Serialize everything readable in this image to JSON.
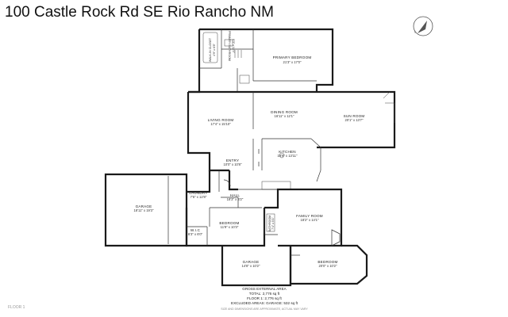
{
  "title": "100 Castle Rock Rd SE Rio Rancho NM",
  "floor_label": "FLOOR 1",
  "compass_label": "N",
  "rooms": {
    "primary_bedroom": {
      "name": "PRIMARY BEDROOM",
      "dim": "21'3\" x 17'0\""
    },
    "walk_in_closet": {
      "name": "WALK-IN CLOSET",
      "dim": "4'9\" x 6'8\""
    },
    "primary_bath": {
      "name": "PRIMARY BATHROOM",
      "dim": "8'3\" x 12'4\""
    },
    "living_room": {
      "name": "LIVING ROOM",
      "dim": "17'4\" x 15'10\""
    },
    "dining_room": {
      "name": "DINING ROOM",
      "dim": "16'11\" x 12'1\""
    },
    "sun_room": {
      "name": "SUN ROOM",
      "dim": "20'1\" x 13'7\""
    },
    "kitchen": {
      "name": "KITCHEN",
      "dim": "18'9\" x 13'11\""
    },
    "entry": {
      "name": "ENTRY",
      "dim": "10'0\" x 10'8\""
    },
    "garage_left": {
      "name": "GARAGE",
      "dim": "18'11\" x 19'3\""
    },
    "laundry": {
      "name": "LAUNDRY",
      "dim": "7'6\" x 12'8\""
    },
    "hall": {
      "name": "HALL",
      "dim": "18'3\" x 3'2\""
    },
    "family_room": {
      "name": "FAMILY ROOM",
      "dim": "18'2\" x 14'1\""
    },
    "bedroom_mid": {
      "name": "BEDROOM",
      "dim": "11'9\" x 10'3\""
    },
    "wic_small": {
      "name": "W.I.C",
      "dim": "6'3\" x 6'0\""
    },
    "garage_bottom": {
      "name": "GARAGE",
      "dim": "14'8\" x 10'2\""
    },
    "bedroom_right": {
      "name": "BEDROOM",
      "dim": "20'0\" x 10'2\""
    },
    "bathroom_small": {
      "name": "BATHROOM",
      "dim": "7'4\" x 5'1\""
    }
  },
  "summary": {
    "line1": "GROSS EXTERNAL AREA",
    "line2": "TOTAL: 2,776 sq ft",
    "line3": "FLOOR 1: 2,776 sq ft",
    "line4": "EXCLUDED AREAS: GARAGE: 532 sq ft",
    "note": "SIZE AND DIMENSIONS ARE APPROXIMATE, ACTUAL MAY VARY"
  }
}
